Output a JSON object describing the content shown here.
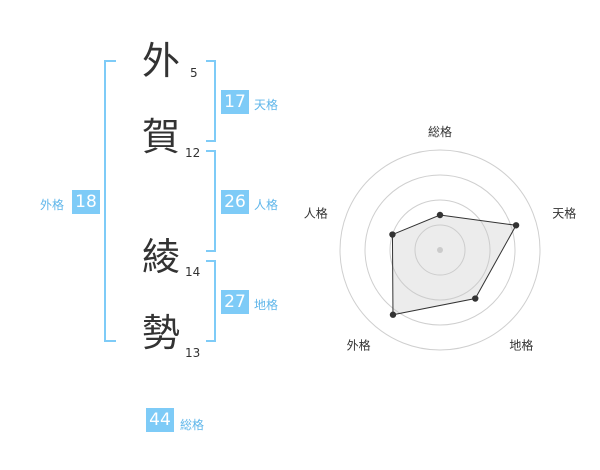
{
  "name": {
    "chars": [
      {
        "char": "外",
        "strokes": "5"
      },
      {
        "char": "賀",
        "strokes": "12"
      },
      {
        "char": "綾",
        "strokes": "14"
      },
      {
        "char": "勢",
        "strokes": "13"
      }
    ]
  },
  "kakusuu": {
    "tenkaku": {
      "value": "17",
      "label": "天格"
    },
    "jinkaku": {
      "value": "26",
      "label": "人格"
    },
    "chikaku": {
      "value": "27",
      "label": "地格"
    },
    "gaikaku": {
      "value": "18",
      "label": "外格"
    },
    "soukaku": {
      "value": "44",
      "label": "総格"
    }
  },
  "colors": {
    "accent": "#7ecbf7",
    "accent_text": "#5fb6ea"
  },
  "chart_data": {
    "type": "radar",
    "axes": [
      "総格",
      "天格",
      "地格",
      "外格",
      "人格"
    ],
    "values": [
      0.35,
      0.8,
      0.6,
      0.8,
      0.5
    ],
    "rmax": 1,
    "rings": 4
  }
}
